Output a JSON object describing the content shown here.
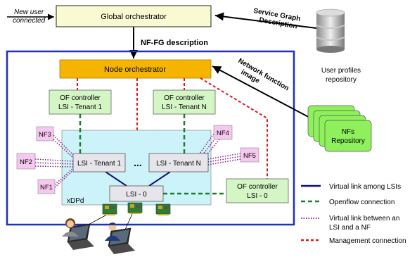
{
  "global_orchestrator": "Global orchestrator",
  "new_user_line1": "New user",
  "new_user_line2": "connected",
  "nffg_description": "NF-FG description",
  "service_graph_line1": "Service Graph",
  "service_graph_line2": "Description",
  "user_profiles_line1": "User profiles",
  "user_profiles_line2": "repository",
  "node_orchestrator": "Node orchestrator",
  "network_function_line1": "Network function",
  "network_function_line2": "image",
  "of_controller_tenant1_line1": "OF controller",
  "of_controller_tenant1_line2": "LSI - Tenant 1",
  "of_controller_tenantN_line1": "OF controller",
  "of_controller_tenantN_line2": "LSI - Tenant N",
  "nfs_repo_line1": "NFs",
  "nfs_repo_line2": "Repository",
  "lsi_tenant1": "LSI - Tenant 1",
  "lsi_tenantN": "LSI - Tenant N",
  "lsi_0": "LSI - 0",
  "ellipsis": "...",
  "xdpd": "xDPd",
  "of_controller_lsi0_line1": "OF controller",
  "of_controller_lsi0_line2": "LSI - 0",
  "nf1": "NF1",
  "nf2": "NF2",
  "nf3": "NF3",
  "nf4": "NF4",
  "nf5": "NF5",
  "legend": {
    "virtual_link_lsis": "Virtual link among LSIs",
    "openflow": "Openflow connection",
    "virtual_link_nf_line1": "Virtual link between an",
    "virtual_link_nf_line2": "LSI and a NF",
    "management": "Management connection"
  },
  "colors": {
    "node_border": "#1f2fbf",
    "global_fill": "#fafad2",
    "orchestrator_fill": "#f5b400",
    "controller_fill": "#d4f5c4",
    "xdpd_fill": "#cdf3fa",
    "lsi_fill": "#e6e6ea",
    "nf_fill": "#f6c8f0",
    "link_navy": "#10106e",
    "openflow_green": "#1e7d2c",
    "nf_link_purple": "#8a1a8a",
    "mgmt_red": "#e01818"
  }
}
